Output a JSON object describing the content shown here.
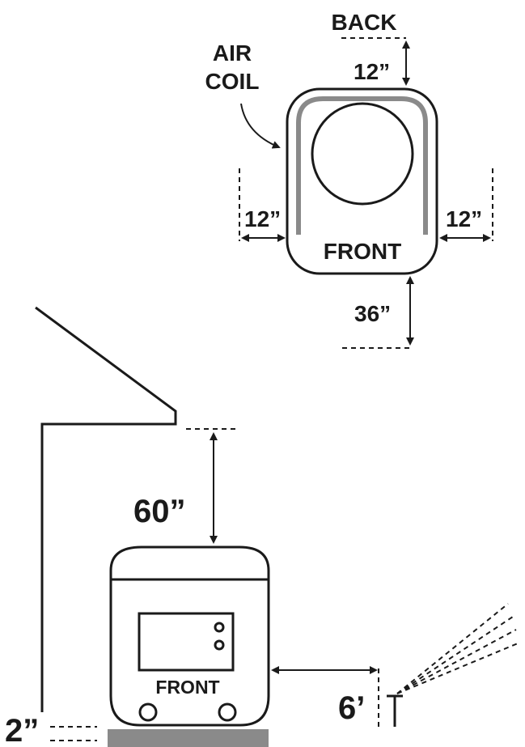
{
  "top_view": {
    "back_label": "BACK",
    "front_label": "FRONT",
    "air_coil_label_line1": "AIR",
    "air_coil_label_line2": "COIL",
    "back_clearance": "12”",
    "left_clearance": "12”",
    "right_clearance": "12”",
    "front_clearance": "36”"
  },
  "side_view": {
    "front_label": "FRONT",
    "overhead_clearance": "60”",
    "base_clearance": "2”",
    "sprinkler_distance": "6’"
  },
  "colors": {
    "line": "#1a1a1a",
    "coil": "#8a8a8a",
    "pad": "#8a8a8a"
  }
}
